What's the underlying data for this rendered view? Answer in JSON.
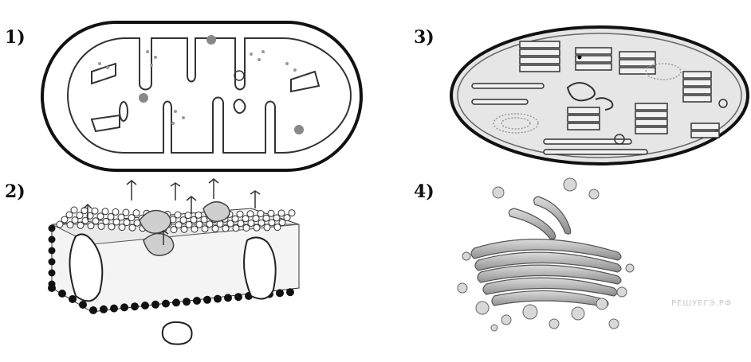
{
  "figures": [
    {
      "label": "1)",
      "icon": "mitochondrion-icon"
    },
    {
      "label": "2)",
      "icon": "cell-membrane-icon"
    },
    {
      "label": "3)",
      "icon": "chloroplast-icon"
    },
    {
      "label": "4)",
      "icon": "golgi-apparatus-icon"
    }
  ],
  "watermark": "РЕШУЕГЭ.РФ",
  "colors": {
    "ink": "#222222",
    "fill_light": "#e6e6e6",
    "fill_mid": "#9a9a9a"
  }
}
